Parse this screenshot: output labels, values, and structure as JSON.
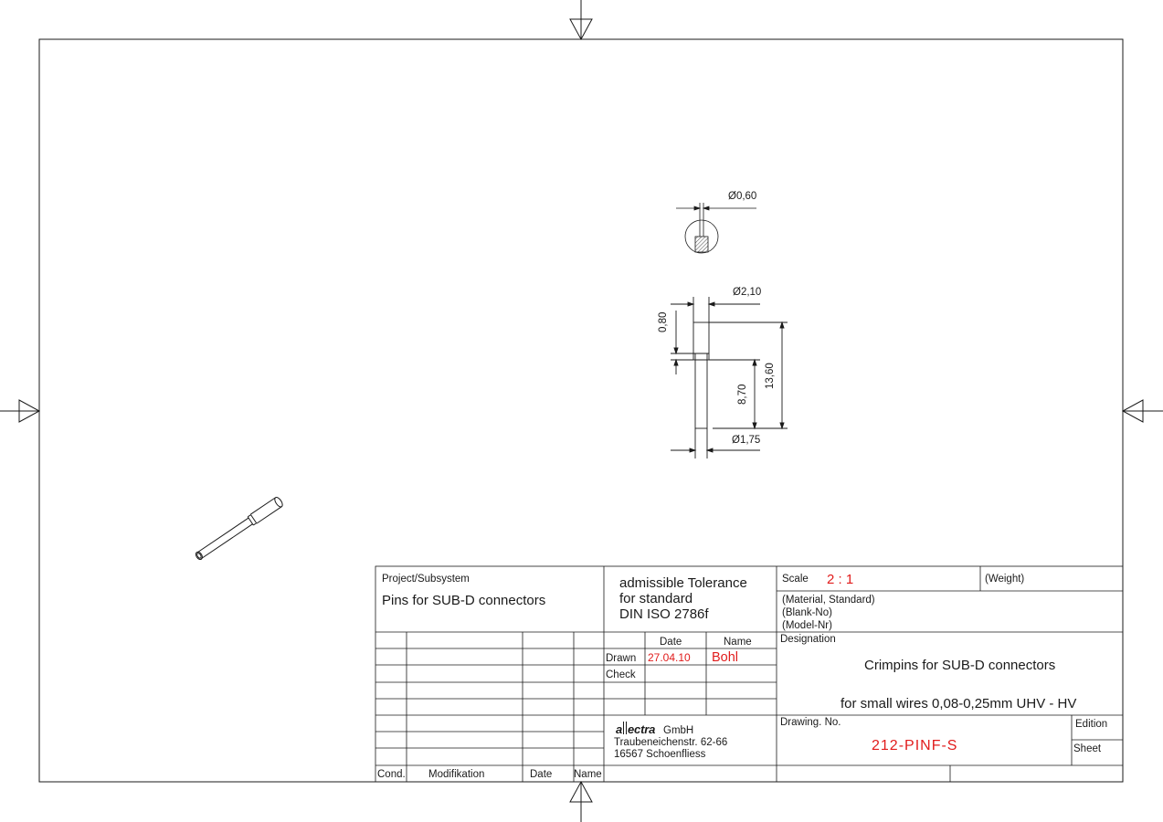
{
  "colors": {
    "line": "#1a1a1a",
    "accent": "#e11c1c",
    "paper": "#ffffff"
  },
  "dimensions": {
    "tip_diameter": "Ø0,60",
    "collar_diameter": "Ø2,10",
    "shaft_diameter": "Ø1,75",
    "top_length": "0,80",
    "shaft_length": "8,70",
    "total_length": "13,60"
  },
  "title_block": {
    "project_label": "Project/Subsystem",
    "project_value": "Pins for SUB-D connectors",
    "tolerance_line1": "admissible Tolerance",
    "tolerance_line2": "for standard",
    "tolerance_line3": "DIN ISO 2786f",
    "scale_label": "Scale",
    "scale_value": "2 : 1",
    "weight_label": "(Weight)",
    "material_label": "(Material, Standard)",
    "blank_label": "(Blank-No)",
    "model_label": "(Model-Nr)",
    "designation_label": "Designation",
    "designation_line1": "Crimpins for SUB-D connectors",
    "designation_line2": "for small wires 0,08-0,25mm UHV - HV",
    "date_header": "Date",
    "name_header": "Name",
    "drawn_label": "Drawn",
    "drawn_date": "27.04.10",
    "drawn_name": "Bohl",
    "check_label": "Check",
    "company_name": "GmbH",
    "company_street": "Traubeneichenstr. 62-66",
    "company_city": "16567 Schoenfliess",
    "drawing_no_label": "Drawing. No.",
    "drawing_no_value": "212-PINF-S",
    "edition_label": "Edition",
    "sheet_label": "Sheet",
    "cond_label": "Cond.",
    "modifikation_label": "Modifikation",
    "rev_date_label": "Date",
    "rev_name_label": "Name"
  }
}
